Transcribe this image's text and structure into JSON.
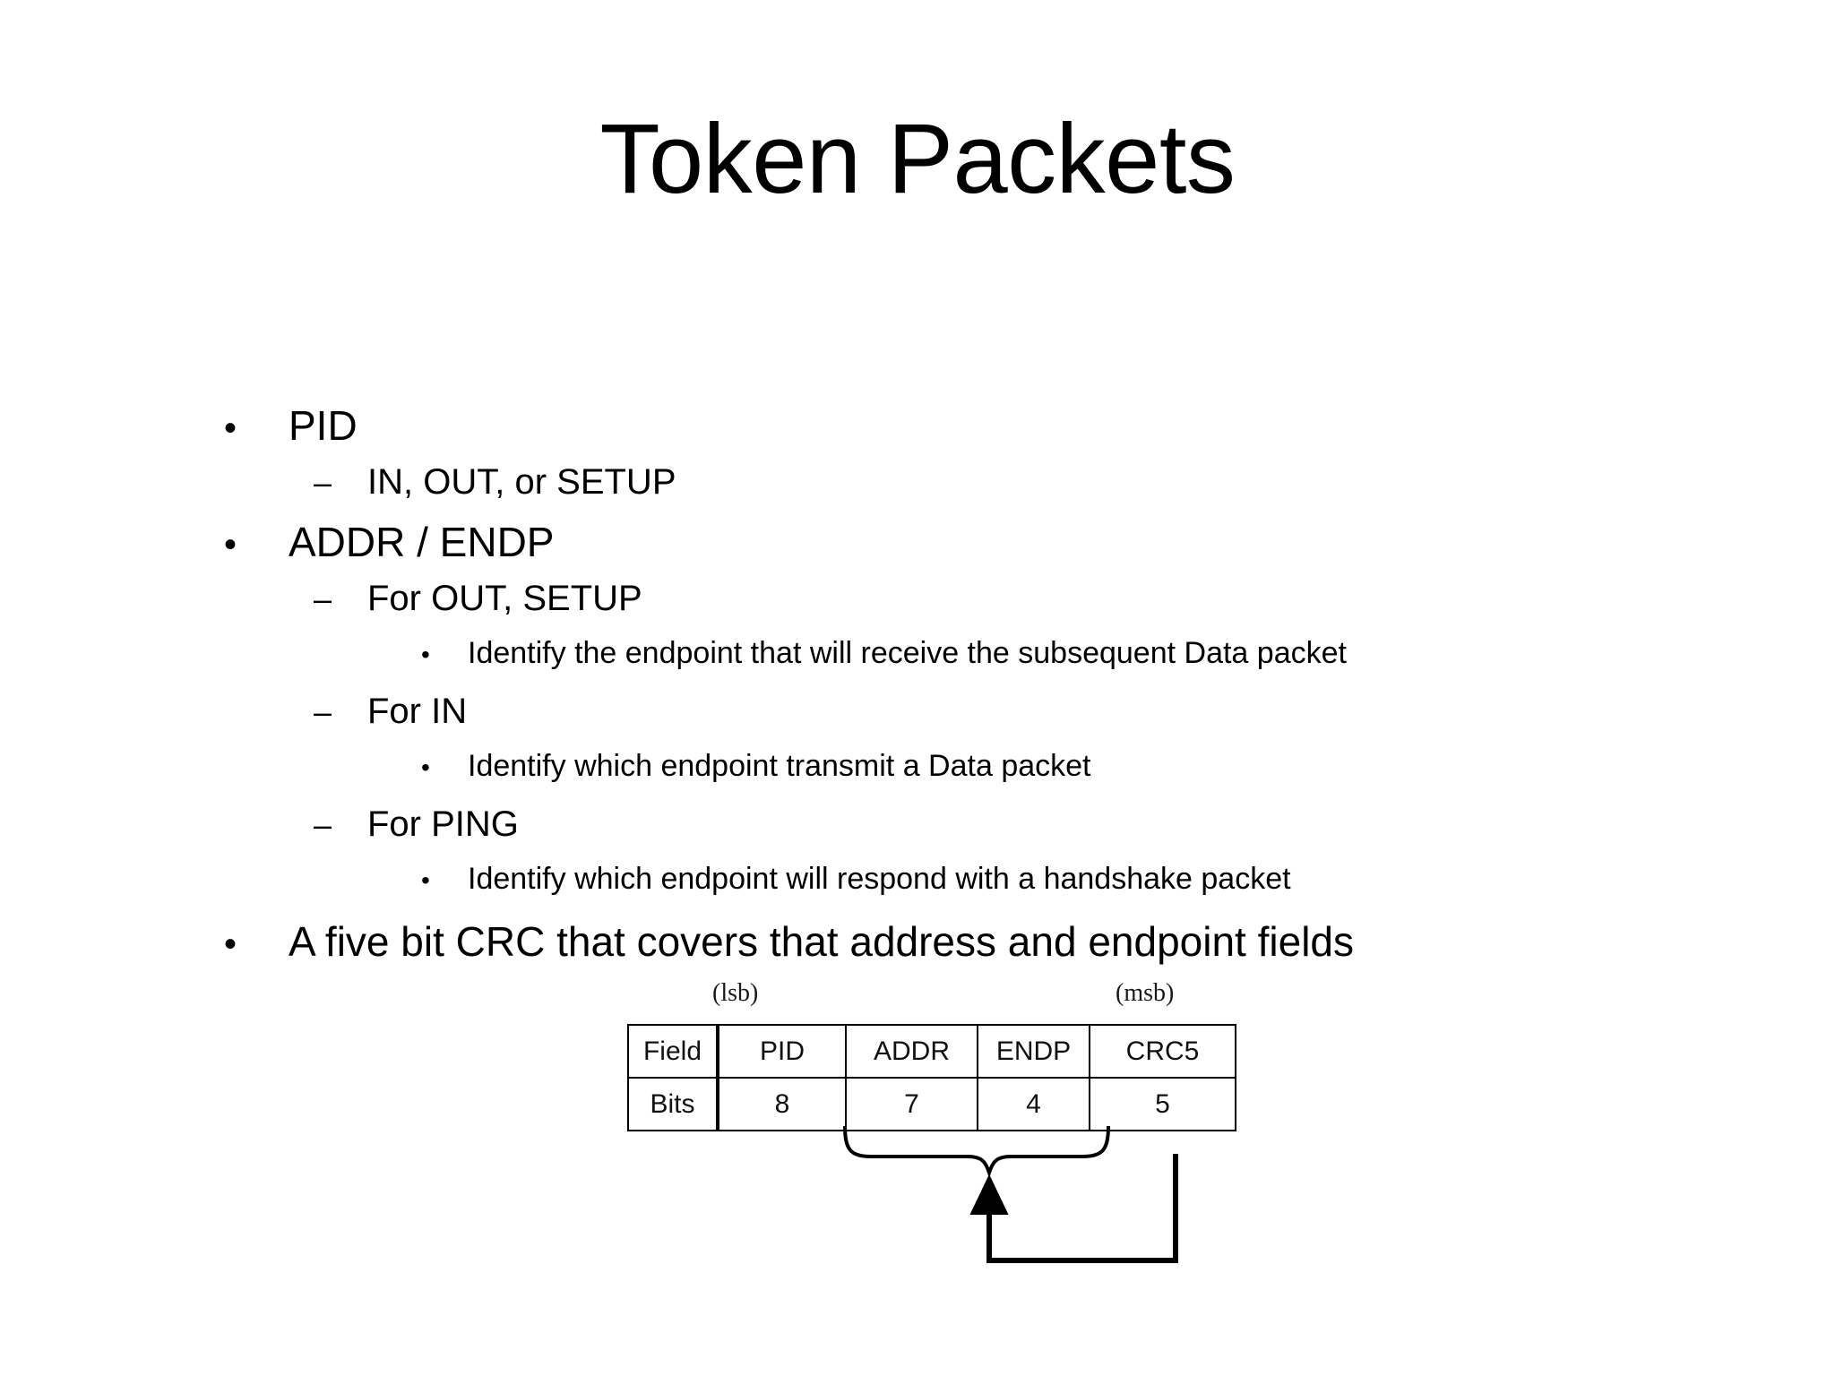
{
  "slide": {
    "title": "Token Packets",
    "bullets": [
      {
        "level": 1,
        "marker": "•",
        "text": "PID"
      },
      {
        "level": 2,
        "marker": "–",
        "text": "IN, OUT, or SETUP"
      },
      {
        "level": 1,
        "marker": "•",
        "text": "ADDR / ENDP"
      },
      {
        "level": 2,
        "marker": "–",
        "text": "For OUT, SETUP"
      },
      {
        "level": 3,
        "marker": "•",
        "text": "Identify the endpoint that will receive the subsequent Data packet"
      },
      {
        "level": 2,
        "marker": "–",
        "text": "For IN"
      },
      {
        "level": 3,
        "marker": "•",
        "text": "Identify which endpoint transmit a Data packet"
      },
      {
        "level": 2,
        "marker": "–",
        "text": "For PING"
      },
      {
        "level": 3,
        "marker": "•",
        "text": "Identify which endpoint will respond with a handshake packet"
      },
      {
        "level": 1,
        "marker": "•",
        "text": "A five bit CRC that covers that address and endpoint fields"
      }
    ]
  },
  "figure": {
    "lsb_label": "(lsb)",
    "msb_label": "(msb)",
    "row_headers": [
      "Field",
      "Bits"
    ],
    "columns": [
      "PID",
      "ADDR",
      "ENDP",
      "CRC5"
    ],
    "bits": [
      "8",
      "7",
      "4",
      "5"
    ],
    "table": {
      "rows": [
        {
          "header": "Field",
          "cells": [
            "PID",
            "ADDR",
            "ENDP",
            "CRC5"
          ]
        },
        {
          "header": "Bits",
          "cells": [
            "8",
            "7",
            "4",
            "5"
          ]
        }
      ]
    },
    "annotation": {
      "brace_spans": [
        "ADDR",
        "ENDP"
      ],
      "arrow_target": "CRC5",
      "description": "Brace under ADDR and ENDP fields with arrow linking to CRC5"
    }
  },
  "colors": {
    "background": "#ffffff",
    "text": "#000000",
    "table_line": "#000000"
  }
}
